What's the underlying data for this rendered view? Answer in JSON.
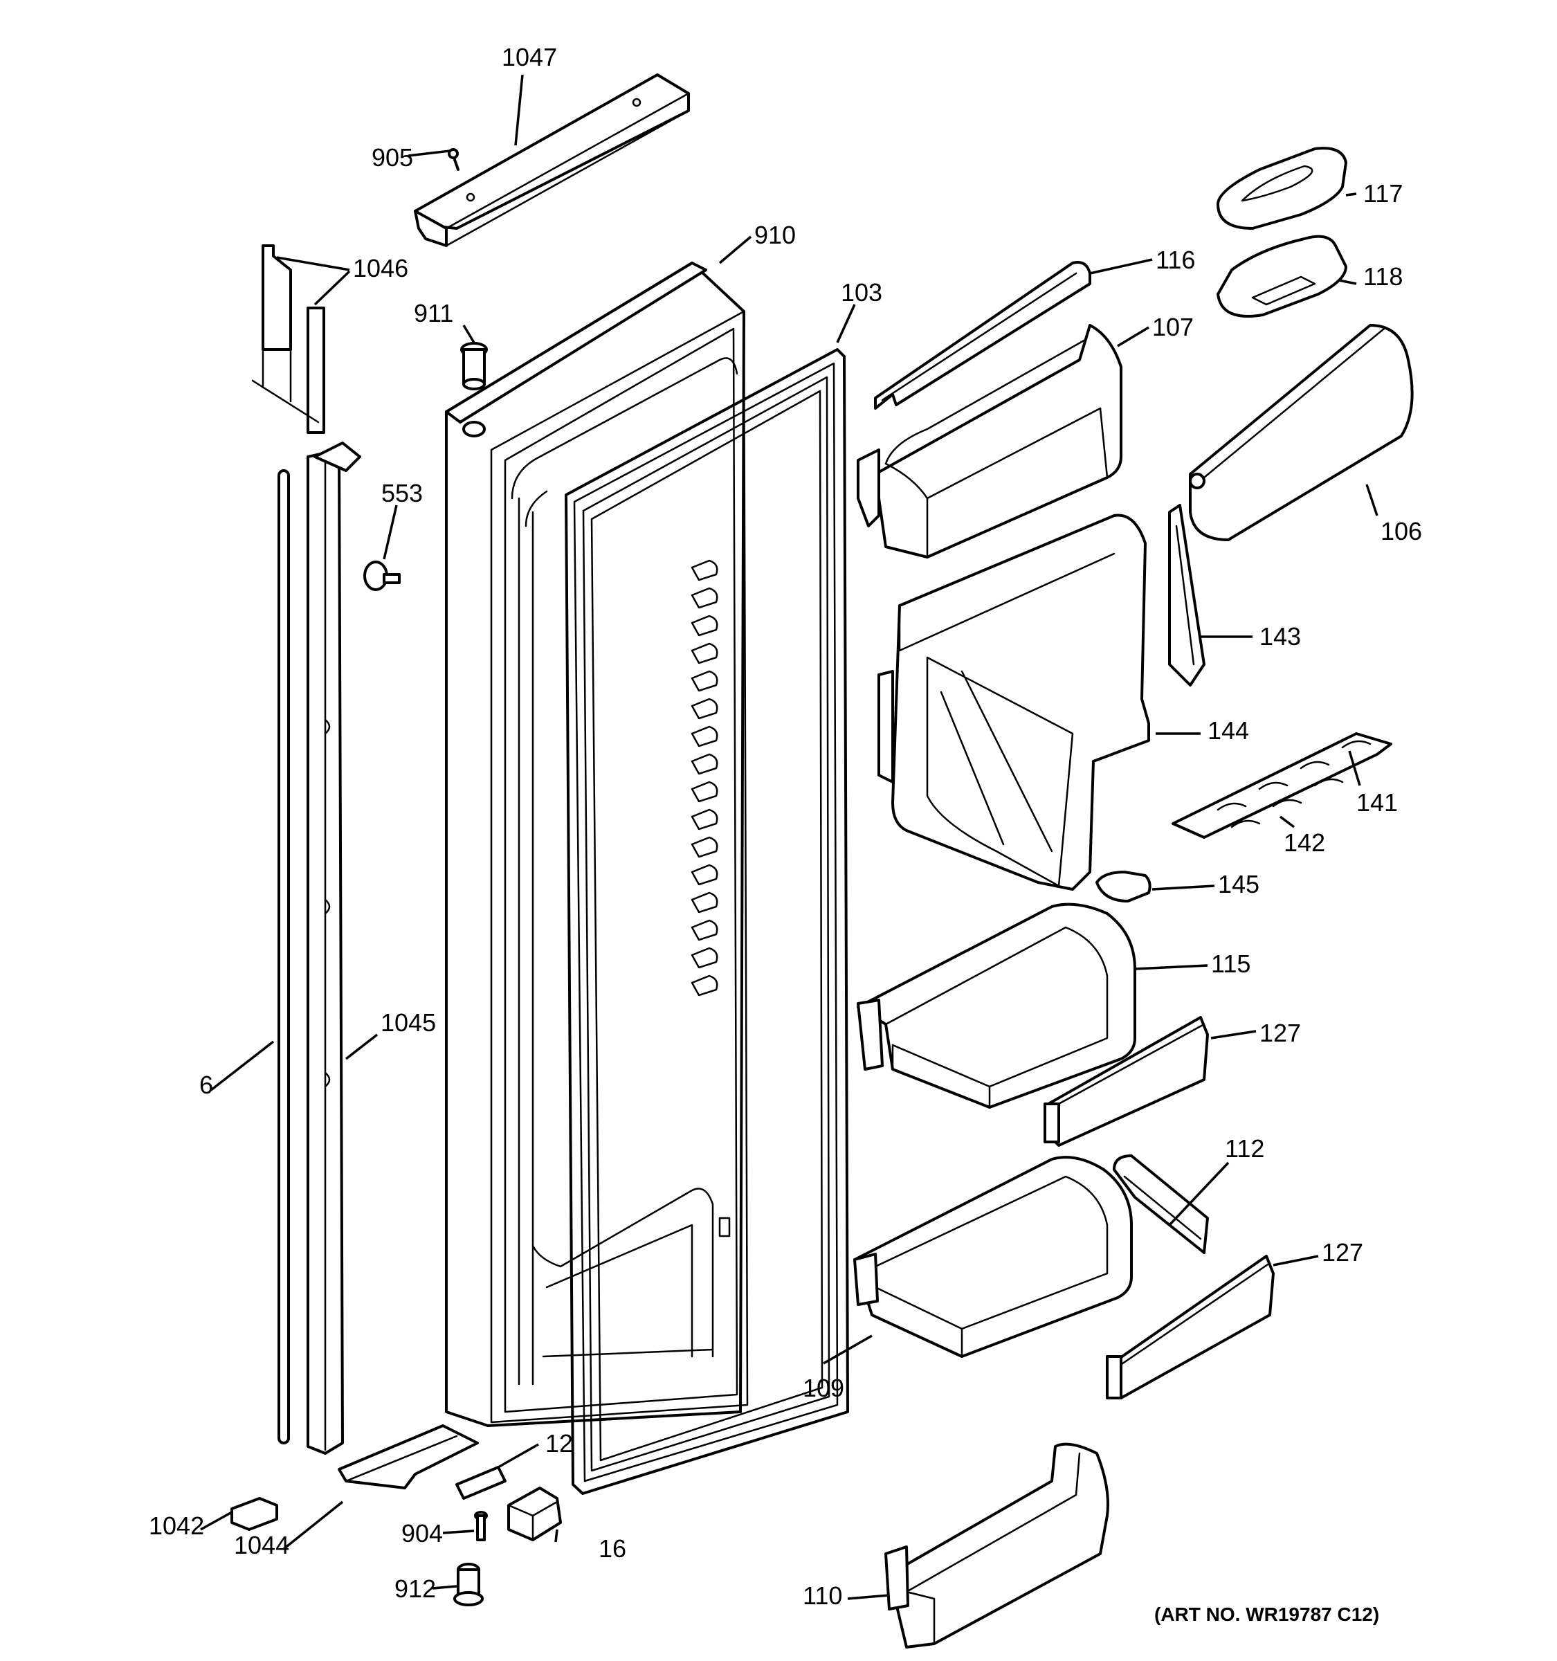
{
  "callouts": {
    "p1047": "1047",
    "p905": "905",
    "p1046": "1046",
    "p910": "910",
    "p911": "911",
    "p103": "103",
    "p553": "553",
    "p116": "116",
    "p107": "107",
    "p117": "117",
    "p118": "118",
    "p106": "106",
    "p143": "143",
    "p144": "144",
    "p141": "141",
    "p142": "142",
    "p145": "145",
    "p115": "115",
    "p127a": "127",
    "p112": "112",
    "p127b": "127",
    "p109": "109",
    "p6": "6",
    "p1045": "1045",
    "p12": "12",
    "p904": "904",
    "p16": "16",
    "p912": "912",
    "p1042": "1042",
    "p1044": "1044",
    "p110": "110"
  },
  "art_number": "(ART NO. WR19787 C12)"
}
